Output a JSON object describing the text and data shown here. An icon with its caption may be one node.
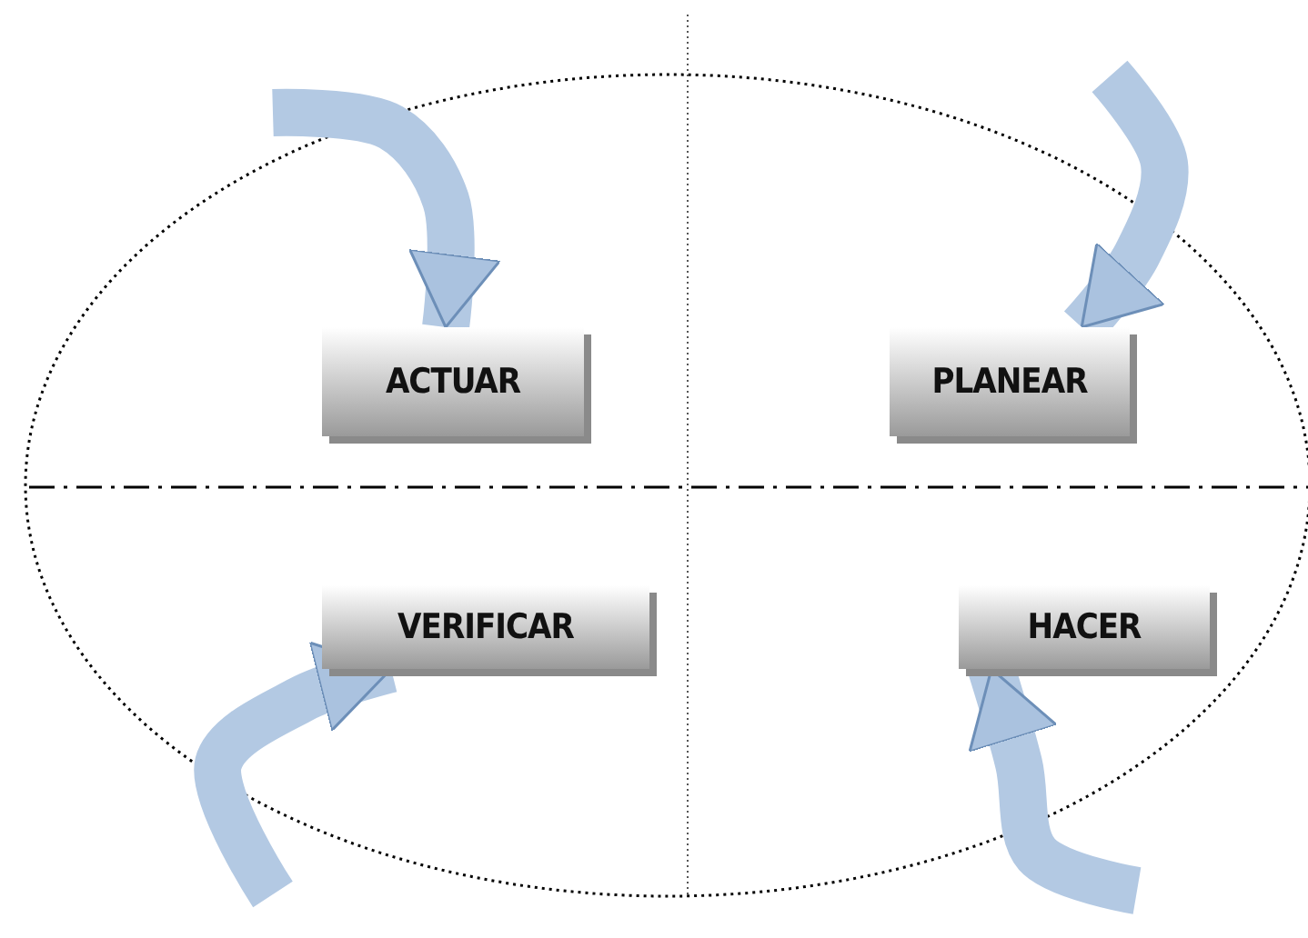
{
  "diagram": {
    "nodes": [
      {
        "text": [
          "ACTUAR"
        ]
      },
      {
        "text": [
          "PLANEAR"
        ]
      },
      {
        "text": [
          "VERIFICAR"
        ]
      },
      {
        "text": [
          "HACER"
        ]
      }
    ],
    "edges": [
      {
        "from": null,
        "to": 0,
        "arrow": "to"
      },
      {
        "from": null,
        "to": 1,
        "arrow": "to"
      },
      {
        "from": null,
        "to": 2,
        "arrow": "to"
      },
      {
        "from": null,
        "to": 3,
        "arrow": "to"
      }
    ]
  }
}
